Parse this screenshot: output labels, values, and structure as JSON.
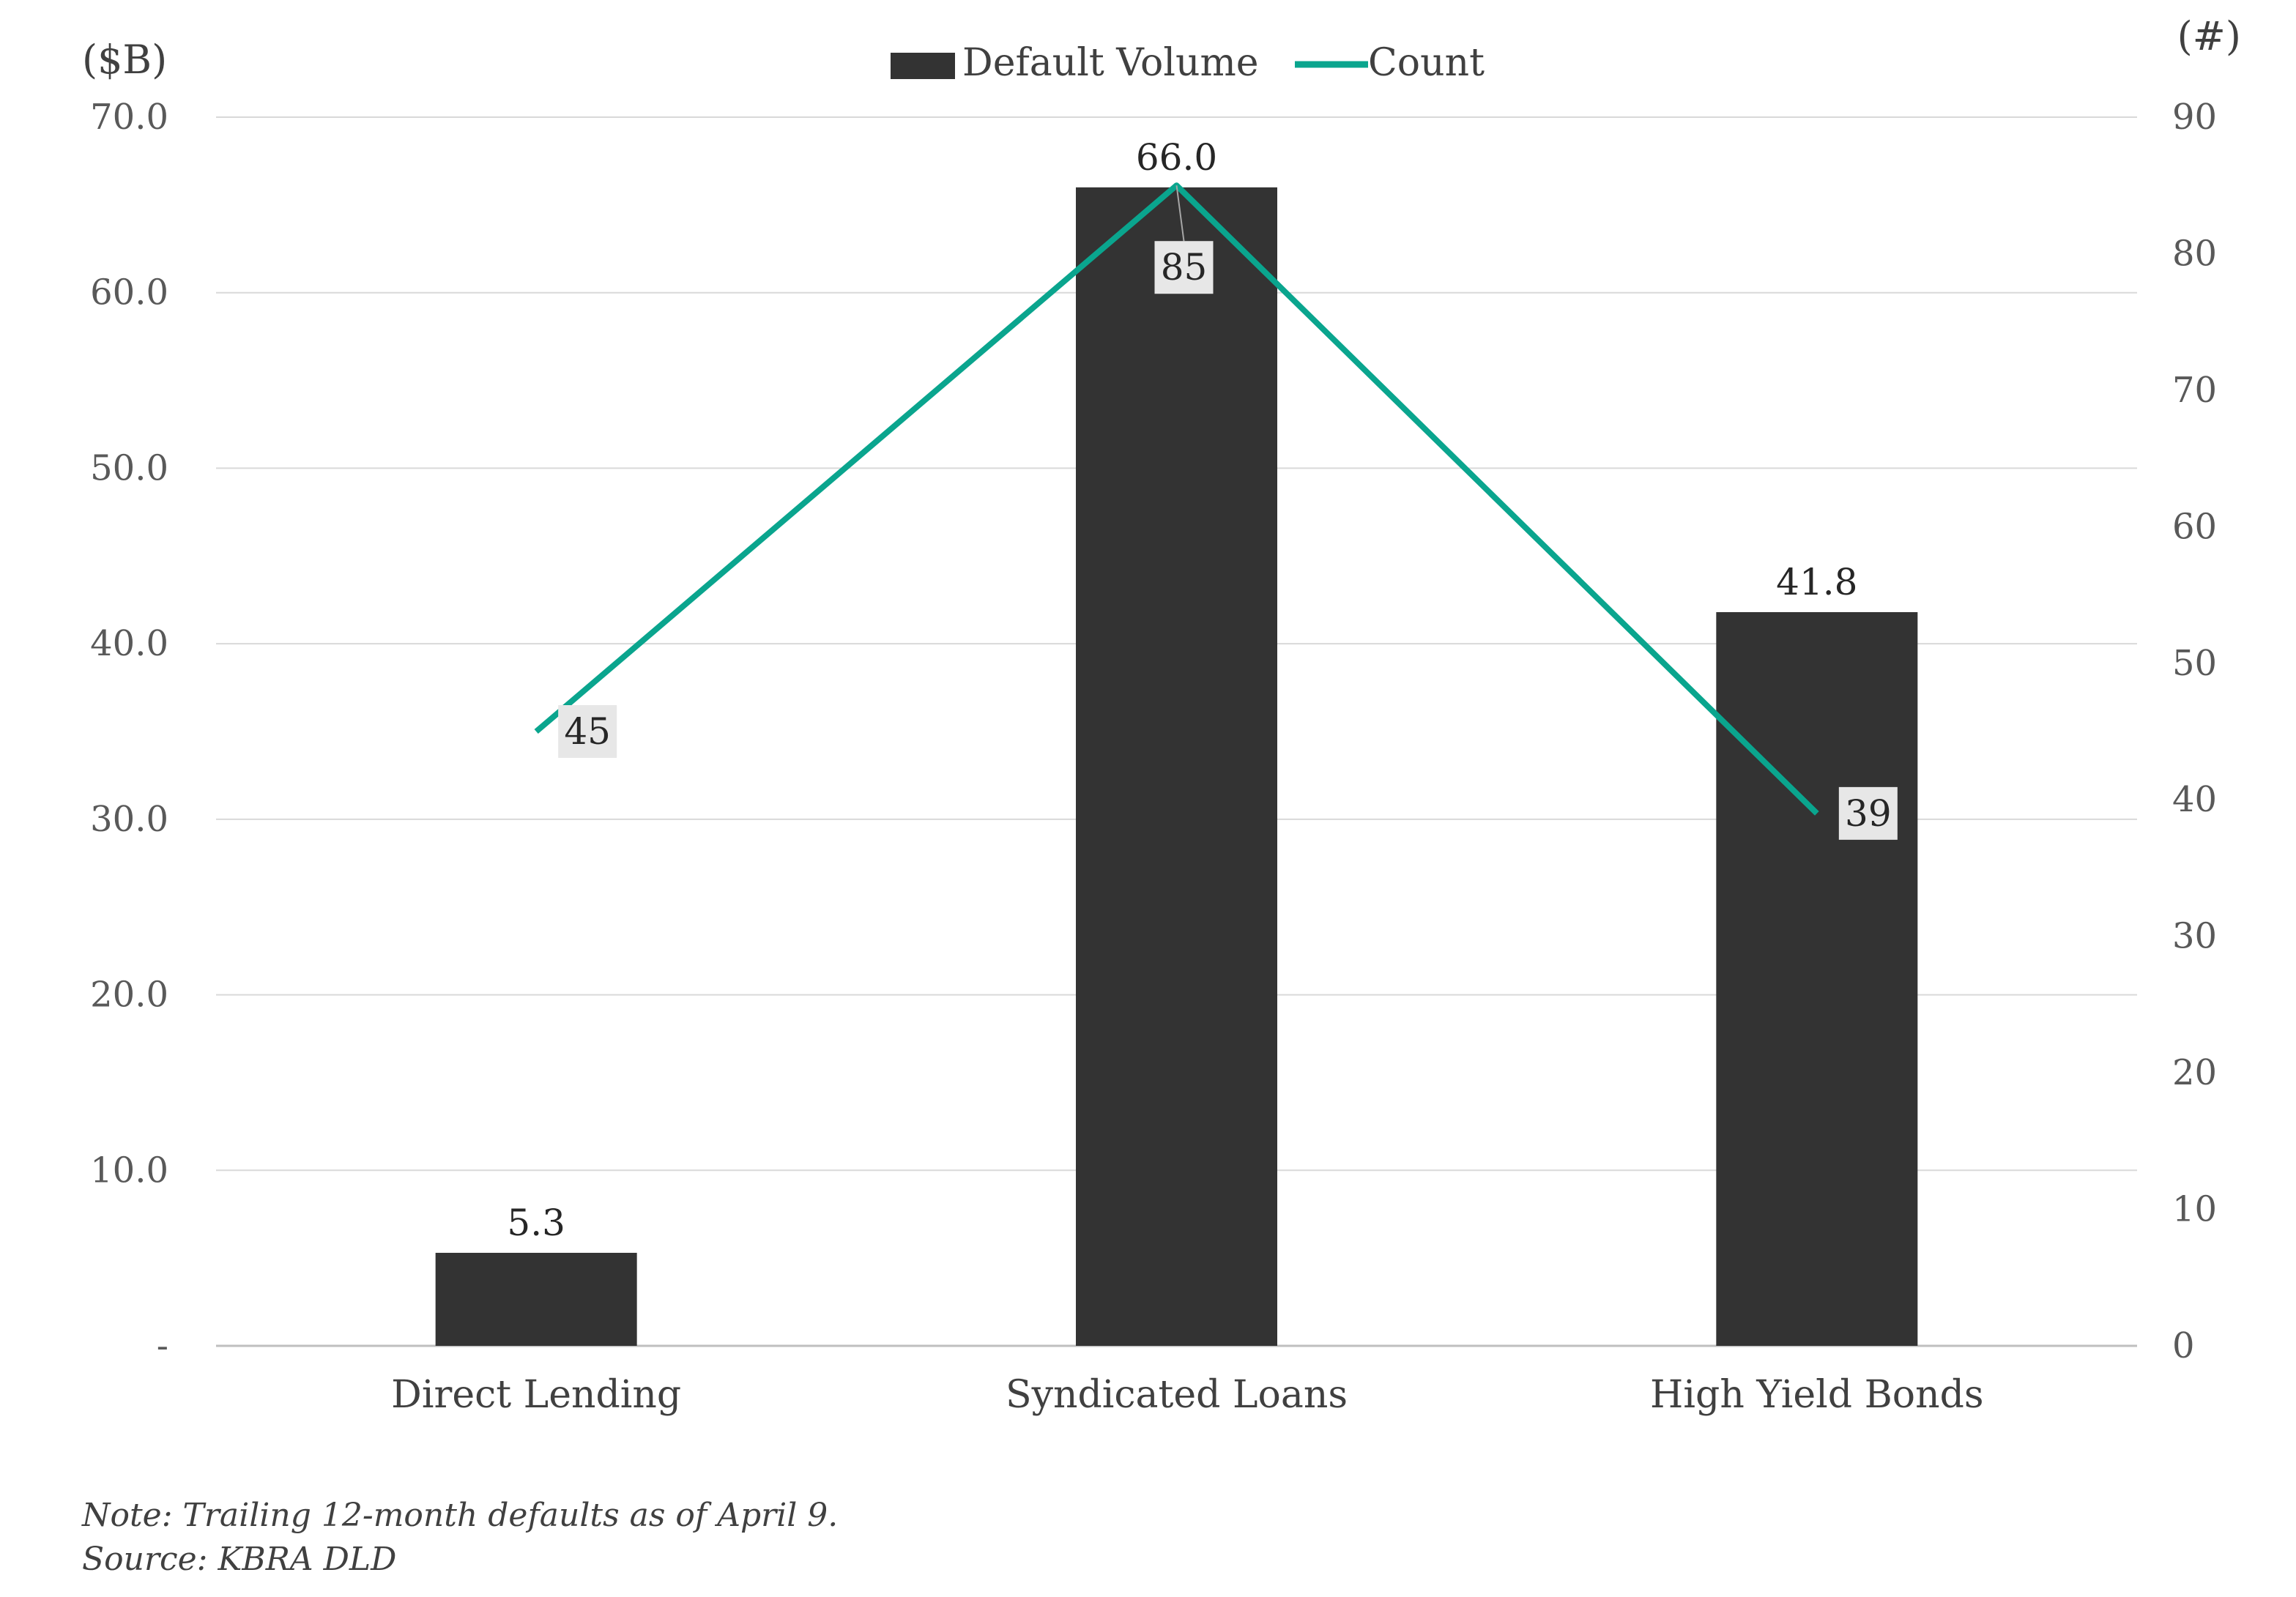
{
  "chart_data": {
    "type": "bar",
    "categories": [
      "Direct Lending",
      "Syndicated Loans",
      "High Yield Bonds"
    ],
    "series": [
      {
        "name": "Default Volume",
        "type": "bar",
        "axis": "left",
        "values": [
          5.3,
          66.0,
          41.8
        ],
        "labels": [
          "5.3",
          "66.0",
          "41.8"
        ],
        "color": "#333333"
      },
      {
        "name": "Count",
        "type": "line",
        "axis": "right",
        "values": [
          45,
          85,
          39
        ],
        "labels": [
          "45",
          "85",
          "39"
        ],
        "color": "#0aa58e"
      }
    ],
    "left_axis": {
      "unit_label": "($B)",
      "ylim": [
        0,
        70
      ],
      "ticks": [
        0,
        10,
        20,
        30,
        40,
        50,
        60,
        70
      ],
      "tick_labels": [
        "-",
        "10.0",
        "20.0",
        "30.0",
        "40.0",
        "50.0",
        "60.0",
        "70.0"
      ]
    },
    "right_axis": {
      "unit_label": "(#)",
      "ylim": [
        0,
        90
      ],
      "ticks": [
        0,
        10,
        20,
        30,
        40,
        50,
        60,
        70,
        80,
        90
      ],
      "tick_labels": [
        "0",
        "10",
        "20",
        "30",
        "40",
        "50",
        "60",
        "70",
        "80",
        "90"
      ]
    },
    "grid": true,
    "legend_position": "top-center"
  },
  "notes": {
    "note": "Note: Trailing 12-month defaults as of April 9.",
    "source": "Source: KBRA DLD"
  }
}
